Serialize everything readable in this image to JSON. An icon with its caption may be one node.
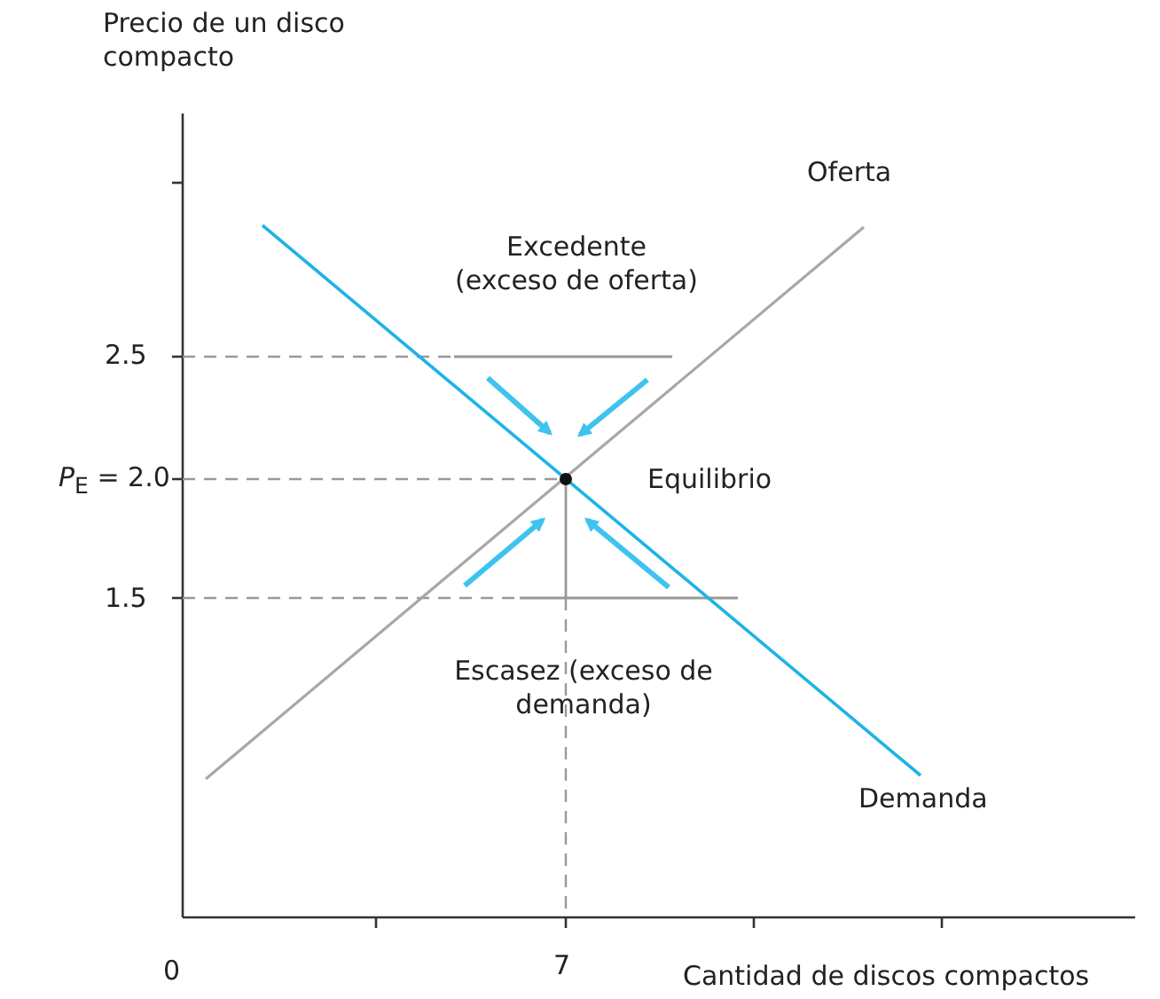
{
  "diagram": {
    "labels": [
      "Precio de un disco compacto",
      "Oferta",
      "Excedente (exceso de oferta)",
      "2.5",
      "*P*$_{E}$ = 2.0",
      "Equilibrio",
      "1.5",
      "Escasez (exceso de demanda)",
      "Demanda",
      "0",
      "7",
      "Cantidad de discos compactos"
    ]
  }
}
